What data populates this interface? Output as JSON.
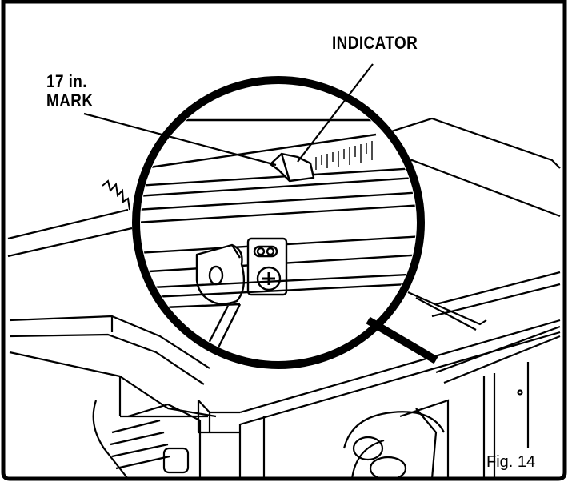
{
  "labels": {
    "indicator": "INDICATOR",
    "mark_line1": "17 in.",
    "mark_line2": "MARK"
  },
  "caption": "Fig. 14",
  "colors": {
    "ink": "#000000",
    "paper": "#ffffff",
    "shade": "#d9d9d9"
  }
}
